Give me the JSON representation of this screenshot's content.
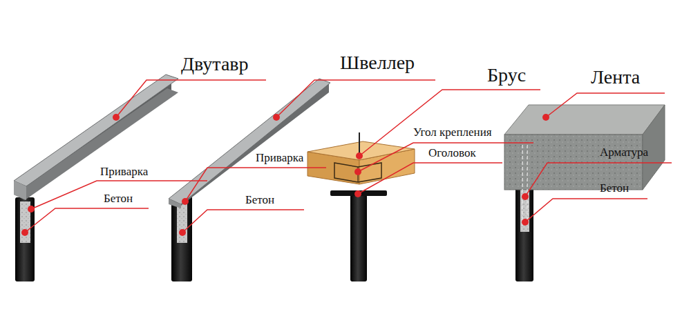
{
  "diagram": {
    "labels": [
      "Двутавр",
      "Швеллер",
      "Брус",
      "Лента",
      "Угол крепления",
      "Приварка",
      "Приварка",
      "Оголовок",
      "Арматура",
      "Бетон",
      "Бетон",
      "Бетон"
    ]
  }
}
